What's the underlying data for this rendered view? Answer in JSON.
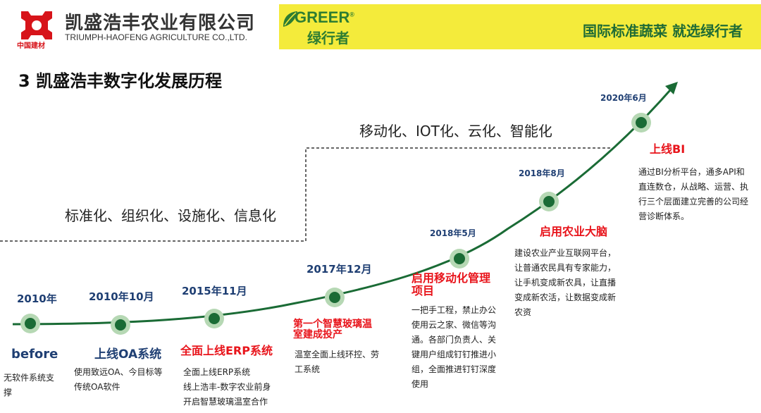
{
  "header": {
    "logo_caption": "中国建材",
    "company_cn": "凯盛浩丰农业有限公司",
    "company_en": "TRIUMPH-HAOFENG AGRICULTURE CO.,LTD.",
    "brand_en": "GREER",
    "brand_reg": "®",
    "brand_cn": "绿行者",
    "slogan": "国际标准蔬菜 就选绿行者"
  },
  "section_title": "3 凯盛浩丰数字化发展历程",
  "stages": {
    "lower": "标准化、组织化、设施化、信息化",
    "upper": "移动化、IOT化、云化、智能化"
  },
  "milestones": [
    {
      "date": "2010年",
      "title": "before",
      "desc": [
        "无软件系统支",
        "撑"
      ]
    },
    {
      "date": "2010年10月",
      "title": "上线OA系统",
      "desc": [
        "使用致远OA、今目标等",
        "传统OA软件"
      ]
    },
    {
      "date": "2015年11月",
      "title": "全面上线ERP系统",
      "desc": [
        "全面上线ERP系统",
        "线上浩丰-数字农业前身",
        "开启智慧玻璃温室合作"
      ]
    },
    {
      "date": "2017年12月",
      "title": [
        "第一个智慧玻璃温",
        "室建成投产"
      ],
      "desc": [
        "温室全面上线环控、劳",
        "工系统"
      ]
    },
    {
      "date": "2018年5月",
      "title": [
        "启用移动化管理",
        "项目"
      ],
      "desc": [
        "一把手工程，禁止办公",
        "使用云之家、微信等沟",
        "通。各部门负责人、关",
        "键用户组成钉钉推进小",
        "组，全面推进钉钉深度",
        "使用"
      ]
    },
    {
      "date": "2018年8月",
      "title": "启用农业大脑",
      "desc": [
        "建设农业产业互联网平台，",
        "让普通农民具有专家能力，",
        "让手机变成新农具，让直播",
        "变成新农活，让数据变成新",
        "农资"
      ]
    },
    {
      "date": "2020年6月",
      "title": "上线BI",
      "desc": [
        "通过BI分析平台，通多API和",
        "直连数仓，从战略、运营、执",
        "行三个层面建立完善的公司经",
        "营诊断体系。"
      ]
    }
  ],
  "colors": {
    "curve": "#1a6b35",
    "node_halo": "#b6d8b4",
    "title_red": "#e8141b",
    "date_blue": "#1f3f73",
    "banner_yellow": "#f4eb3b",
    "logo_red": "#d7141a"
  }
}
